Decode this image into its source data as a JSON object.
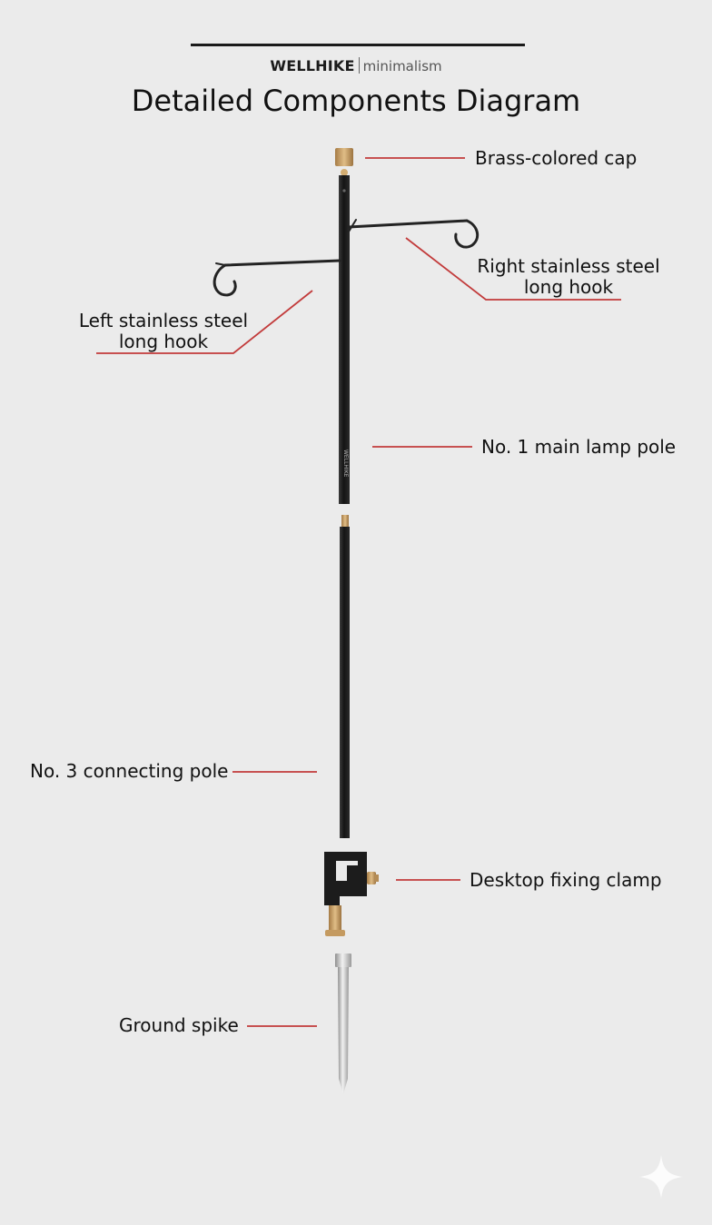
{
  "brand": {
    "name": "WELLHIKE",
    "tagline": "minimalism"
  },
  "title": "Detailed Components Diagram",
  "components": {
    "cap": "Brass-colored cap",
    "right_hook": [
      "Right stainless steel",
      "long hook"
    ],
    "left_hook": [
      "Left stainless steel",
      "long hook"
    ],
    "main_pole": "No. 1 main lamp pole",
    "pole_print": "WELLHIKE",
    "connecting_pole": "No. 3 connecting pole",
    "clamp": "Desktop fixing clamp",
    "spike": "Ground spike"
  },
  "colors": {
    "leader": "#c23b3b",
    "pole": "#1e1e1e",
    "brass": "#c8a06a",
    "steel": "#b8b8b8",
    "background": "#ebebeb"
  },
  "icons": {
    "watermark": "sparkle-icon"
  }
}
